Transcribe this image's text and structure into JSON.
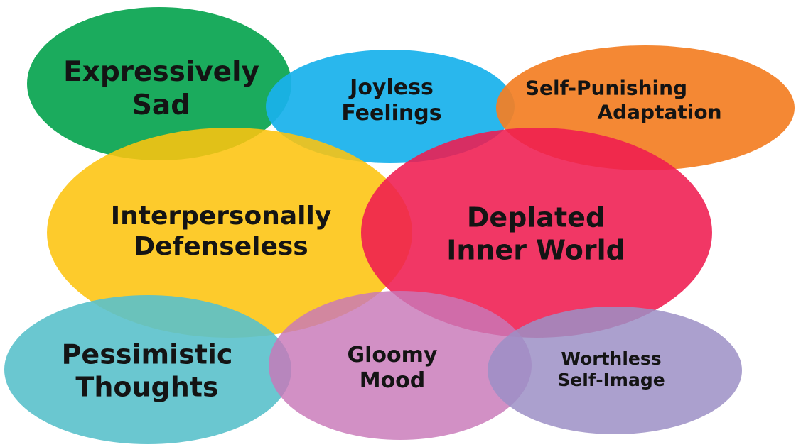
{
  "diagram": {
    "ellipses": [
      {
        "id": "expressively-sad",
        "lines": [
          "Expressively",
          "Sad"
        ],
        "color": "#0aa551",
        "opacity": 0.93
      },
      {
        "id": "joyless-feelings",
        "lines": [
          "Joyless",
          "Feelings"
        ],
        "color": "#19b2ec",
        "opacity": 0.93
      },
      {
        "id": "self-punishing-adaptation",
        "lines": [
          "Self-Punishing",
          "Adaptation"
        ],
        "color": "#f37f25",
        "opacity": 0.93
      },
      {
        "id": "interpersonally-defenseless",
        "lines": [
          "Interpersonally",
          "Defenseless"
        ],
        "color": "#fdc40f",
        "opacity": 0.88
      },
      {
        "id": "deplated-inner-world",
        "lines": [
          "Deplated",
          "Inner World"
        ],
        "color": "#ef1b50",
        "opacity": 0.88
      },
      {
        "id": "pessimistic-thoughts",
        "lines": [
          "Pessimistic",
          "Thoughts"
        ],
        "color": "#5ac1cb",
        "opacity": 0.9
      },
      {
        "id": "gloomy-mood",
        "lines": [
          "Gloomy",
          "Mood"
        ],
        "color": "#c877b8",
        "opacity": 0.82
      },
      {
        "id": "worthless-self-image",
        "lines": [
          "Worthless",
          "Self-Image"
        ],
        "color": "#9c8fc6",
        "opacity": 0.85
      }
    ]
  }
}
